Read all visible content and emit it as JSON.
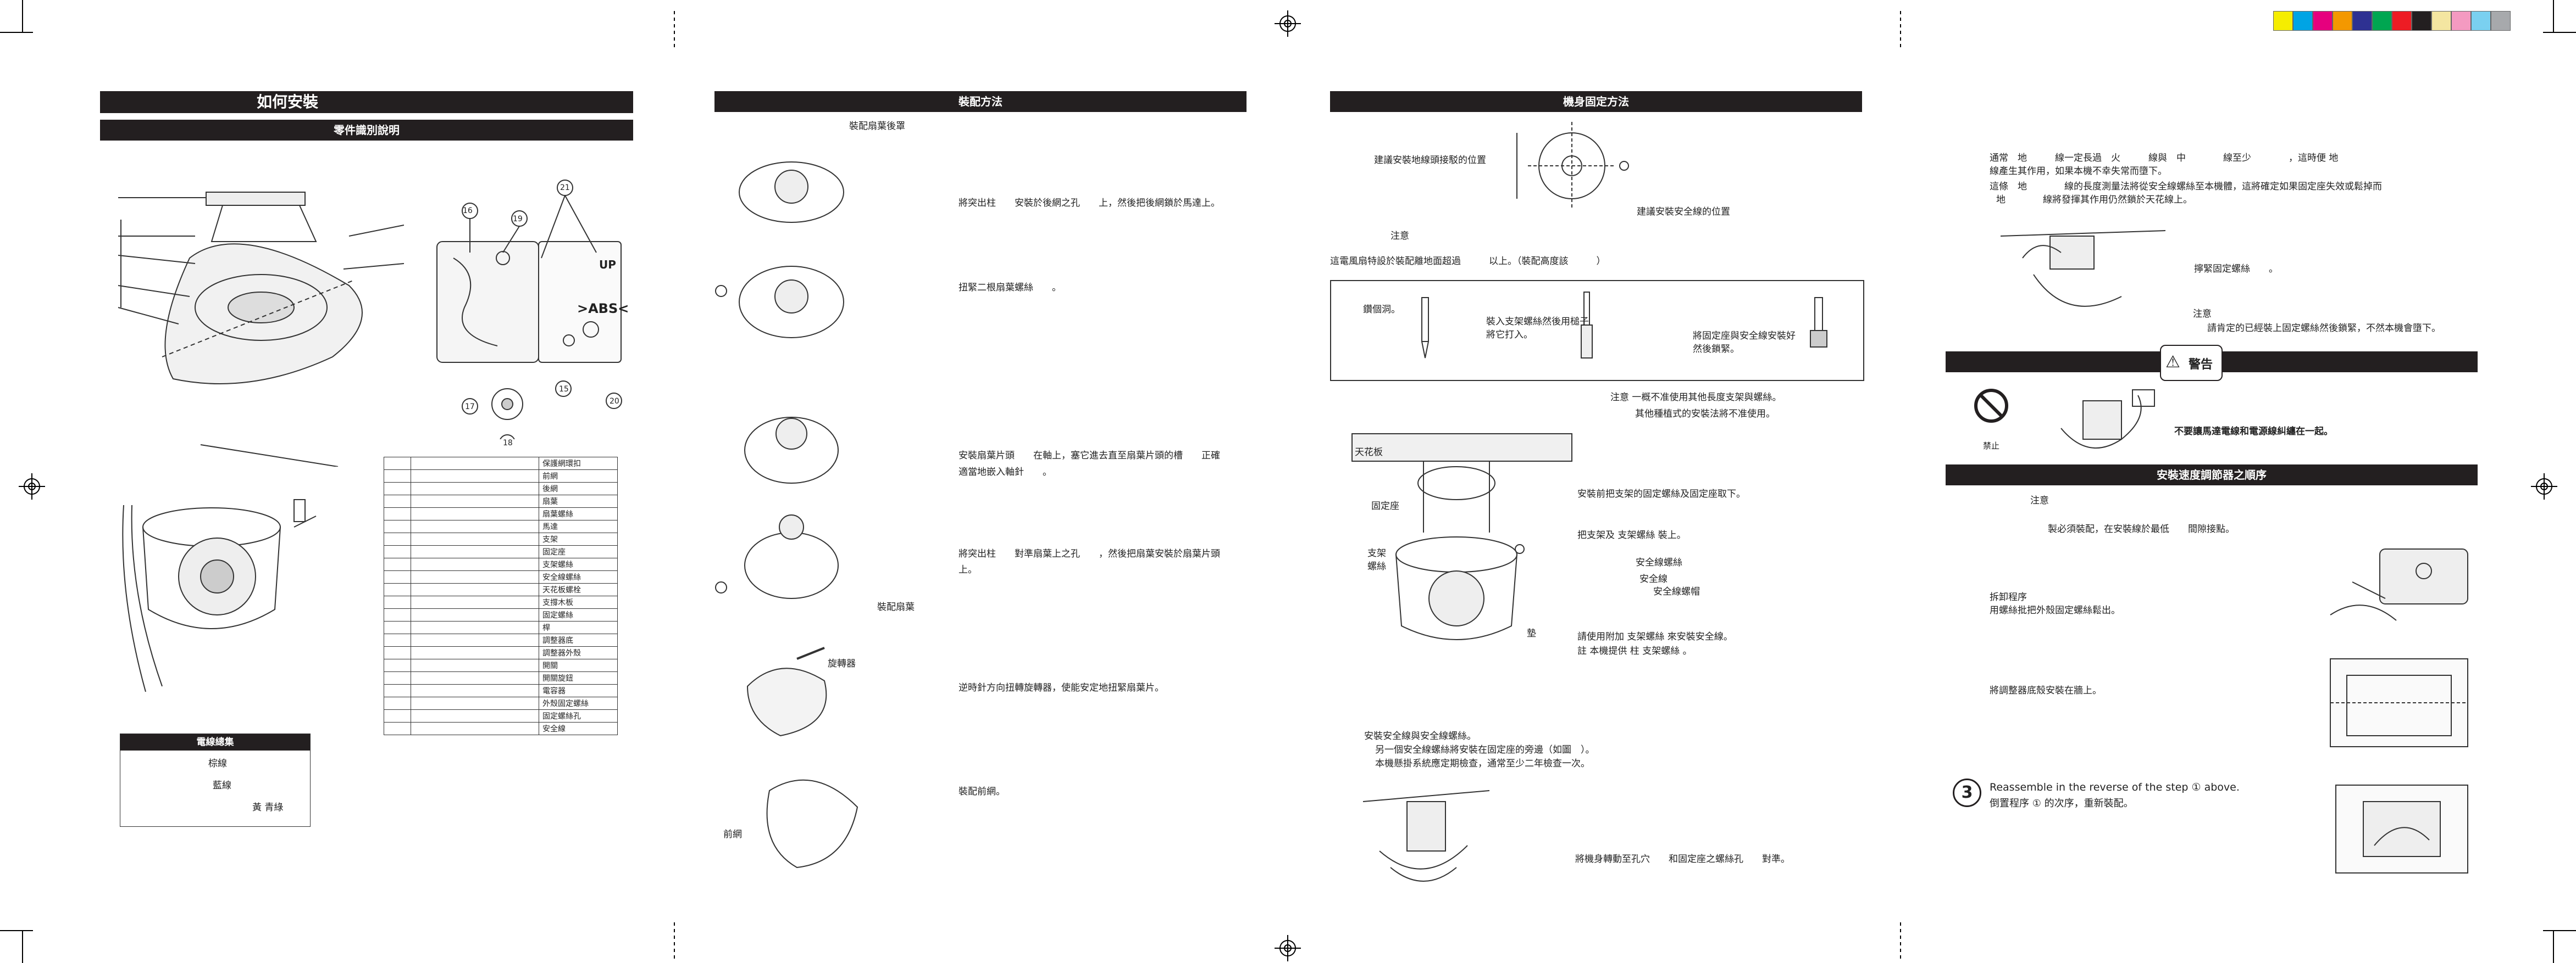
{
  "colors": {
    "bar": "#231f20",
    "swatches": [
      "#f5ed00",
      "#00a4e4",
      "#e6007e",
      "#f39800",
      "#2e3192",
      "#00a651",
      "#ed1c24",
      "#231f20",
      "#f4e6a1",
      "#f49ac1",
      "#7ad0f0",
      "#a7a9ac"
    ]
  },
  "panel1": {
    "title": "如何安裝",
    "subtitle": "零件識別說明",
    "callouts": [
      "16",
      "19",
      "21",
      "17",
      "18",
      "15",
      "20"
    ],
    "abs_label": ">ABS<",
    "up_label": "UP",
    "parts": [
      "保護網環扣",
      "前網",
      "後網",
      "扇葉",
      "扇葉螺絲",
      "馬達",
      "支架",
      "固定座",
      "支架螺絲",
      "安全線螺絲",
      "天花板螺栓",
      "支撐木板",
      "固定螺絲",
      "桿",
      "調整器底",
      "調整器外殼",
      "開關",
      "開關旋鈕",
      "電容器",
      "外殼固定螺絲",
      "固定螺絲孔",
      "安全線"
    ],
    "wiring_title": "電線總集",
    "wiring": [
      "棕線",
      "藍線",
      "黃 青綠"
    ]
  },
  "panel2": {
    "title": "裝配方法",
    "step_labels": [
      "裝配扇葉後罩",
      "裝配扇葉",
      "旋轉器",
      "前網"
    ],
    "steps": [
      "將突出柱　　安裝於後網之孔　　上，然後把後網鎖於馬達上。",
      "扭緊二根扇葉螺絲　　。",
      "安裝扇葉片頭　　在軸上，塞它進去直至扇葉片頭的槽　　正確",
      "適當地嵌入軸針　　。",
      "將突出柱　　對準扇葉上之孔　　，然後把扇葉安裝於扇葉片頭",
      "上。",
      "逆時針方向扭轉旋轉器，使能安定地扭緊扇葉片。",
      "裝配前網。"
    ]
  },
  "panel3": {
    "title": "機身固定方法",
    "labels": [
      "建議安裝地線頭接駁的位置",
      "建議安裝安全線的位置",
      "注意",
      "這電風扇特設於裝配離地面超過　　　以上。（裝配高度該　　　）",
      "鑽個洞。",
      "裝入支架螺絲然後用槌子將它打入。",
      "將固定座與安全線安裝好然後鎖緊。",
      "注意 一概不准使用其他長度支架與螺絲。",
      "其他種植式的安裝法將不准使用。",
      "天花板",
      "固定座",
      "支架螺絲",
      "安裝前把支架的固定螺絲及固定座取下。",
      "把支架及 支架螺絲 裝上。",
      "安全線螺絲",
      "安全線",
      "安全線螺帽",
      "請使用附加 支架螺絲 來安裝安全線。",
      "註 本機提供 柱 支架螺絲 。",
      "墊",
      "安裝安全線與安全線螺絲。",
      "另一個安全線螺絲將安裝在固定座的旁邊（如圖　）。",
      "本機懸掛系統應定期檢查，通常至少二年檢查一次。",
      "將機身轉動至孔穴　　和固定座之螺絲孔　　對準。"
    ]
  },
  "panel4": {
    "texts": [
      "通常　地　　　線一定長過　火　　　線與　中　　　　線至少　　　　，這時便 地",
      "線產生其作用，如果本機不幸失常而墮下。",
      "這條　地　　　　線的長度測量法將從安全線螺絲至本機體，這將確定如果固定座失效或鬆掉而",
      "地　　　　線將發揮其作用仍然鎖於天花線上。",
      "擰緊固定螺絲　　。",
      "注意",
      "請肯定的已經裝上固定螺絲然後鎖緊，不然本機會墮下。"
    ],
    "warning_label": "警告",
    "prohibit_label": "禁止",
    "warning_text": "不要讓馬達電線和電源線糾纏在一起。",
    "speed_title": "安裝速度調節器之順序",
    "speed_texts": [
      "注意",
      "製必須裝配，在安裝線於最低　　間隙接點。",
      "拆卸程序",
      "用螺絲批把外殼固定螺絲鬆出。",
      "將調整器底殼安裝在牆上。"
    ],
    "step3_num": "3",
    "step3_en": "Reassemble in the reverse of the step ① above.",
    "step3_zh": "倒置程序 ① 的次序，重新裝配。"
  }
}
